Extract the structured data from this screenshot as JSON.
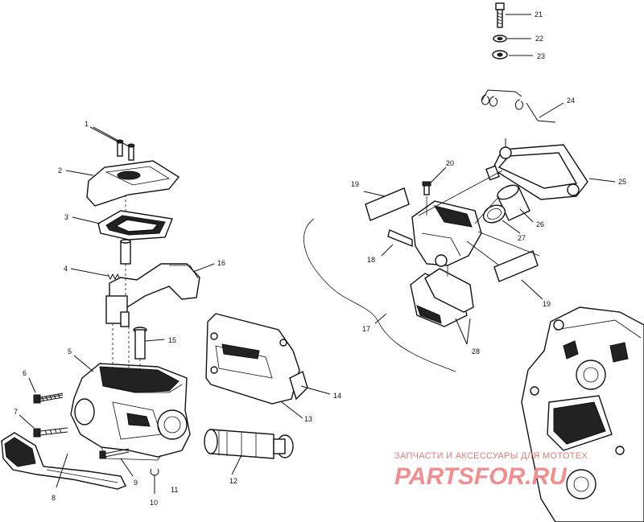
{
  "callouts": [
    "1",
    "2",
    "3",
    "4",
    "5",
    "6",
    "7",
    "8",
    "9",
    "10",
    "11",
    "12",
    "13",
    "14",
    "15",
    "16",
    "17",
    "18",
    "19",
    "19",
    "20",
    "21",
    "22",
    "23",
    "24",
    "25",
    "26",
    "27",
    "28"
  ],
  "watermark": {
    "caption": "ЗАПЧАСТИ И АКСЕССУАРЫ ДЛЯ МОТОТЕХ",
    "logo": "PARTSFOR.RU",
    "color": "#ef8f8f"
  }
}
